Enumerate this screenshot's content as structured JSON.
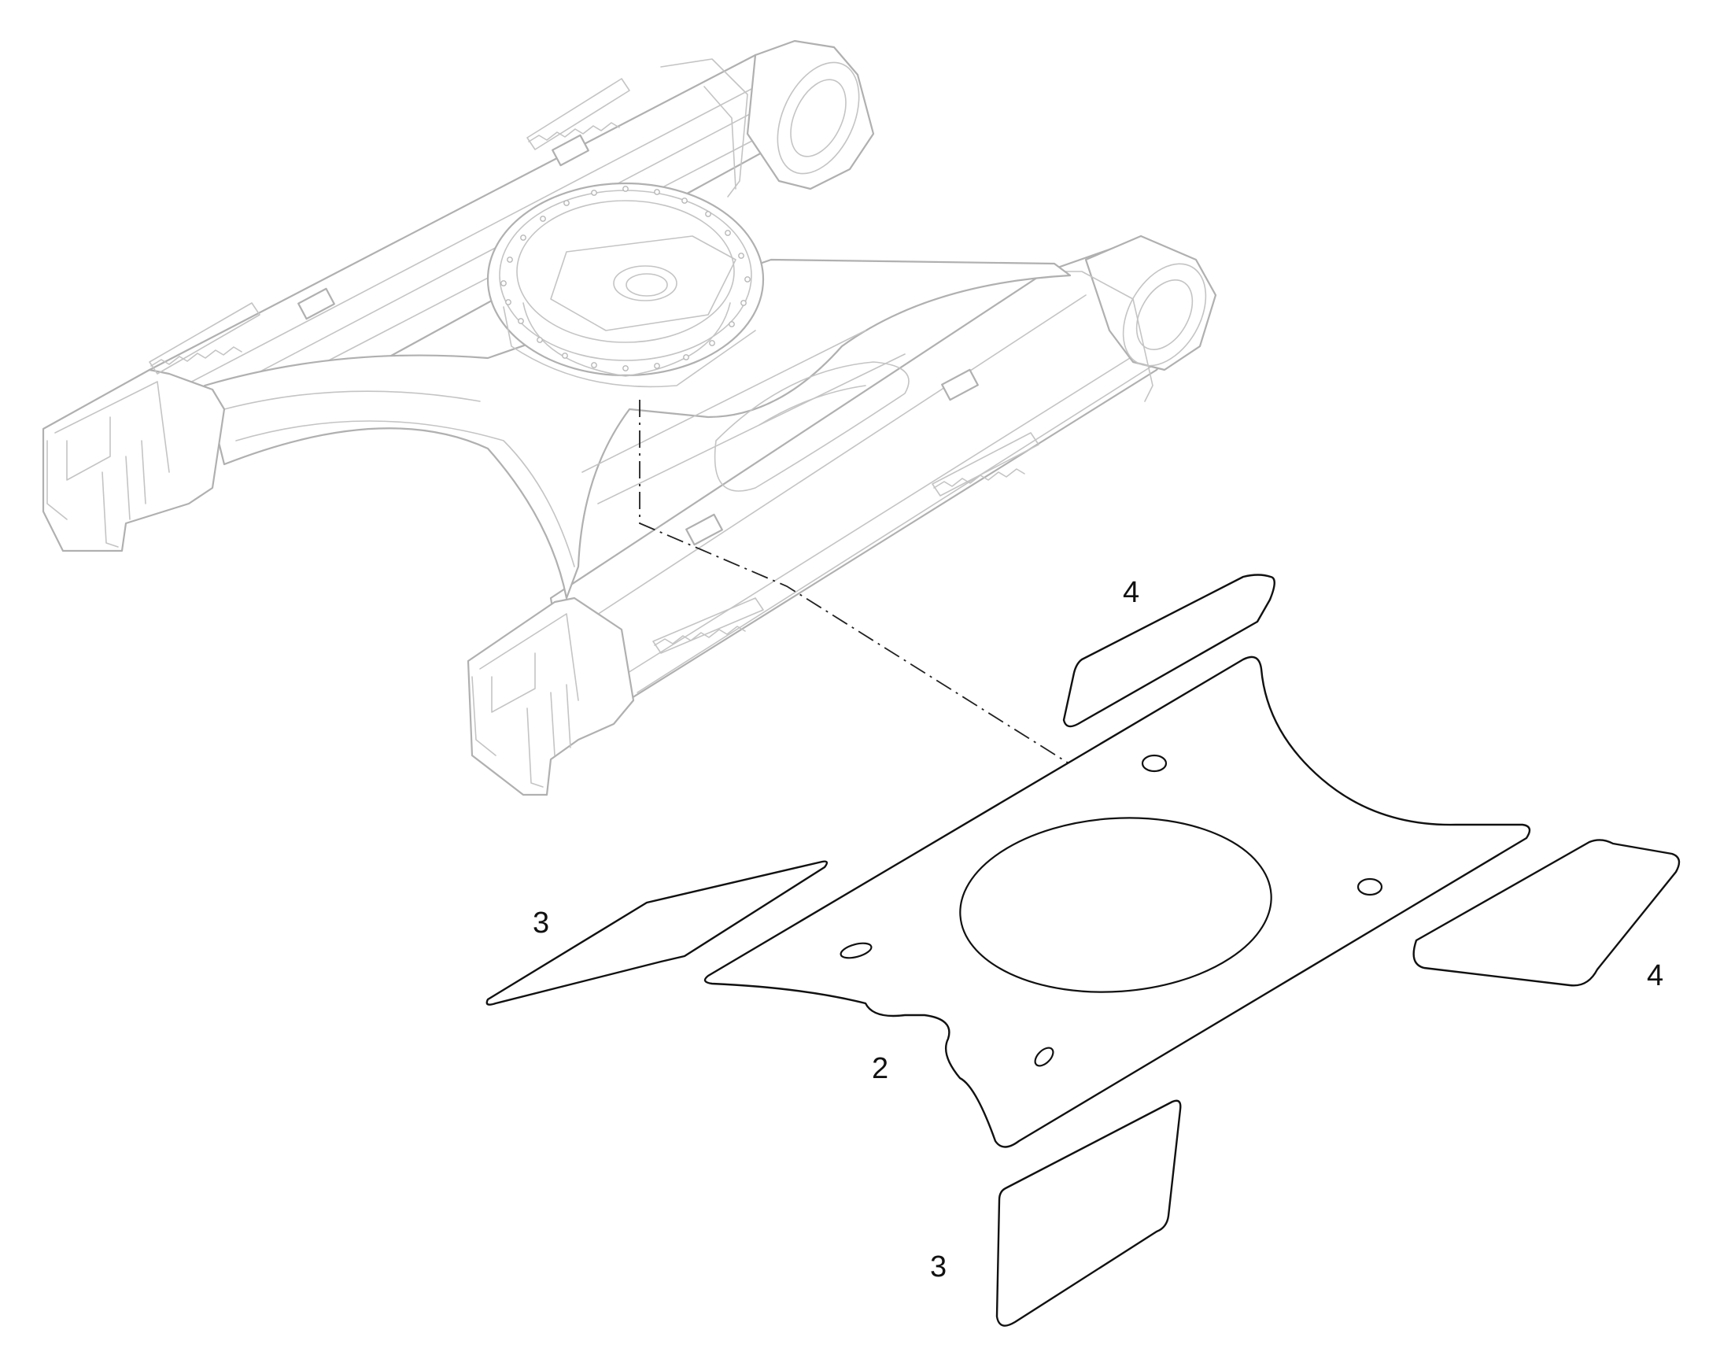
{
  "callouts": {
    "shield_main": "2",
    "shield_left_upper": "3",
    "shield_left_lower": "3",
    "shield_right_upper": "4",
    "shield_right_lower": "4"
  }
}
